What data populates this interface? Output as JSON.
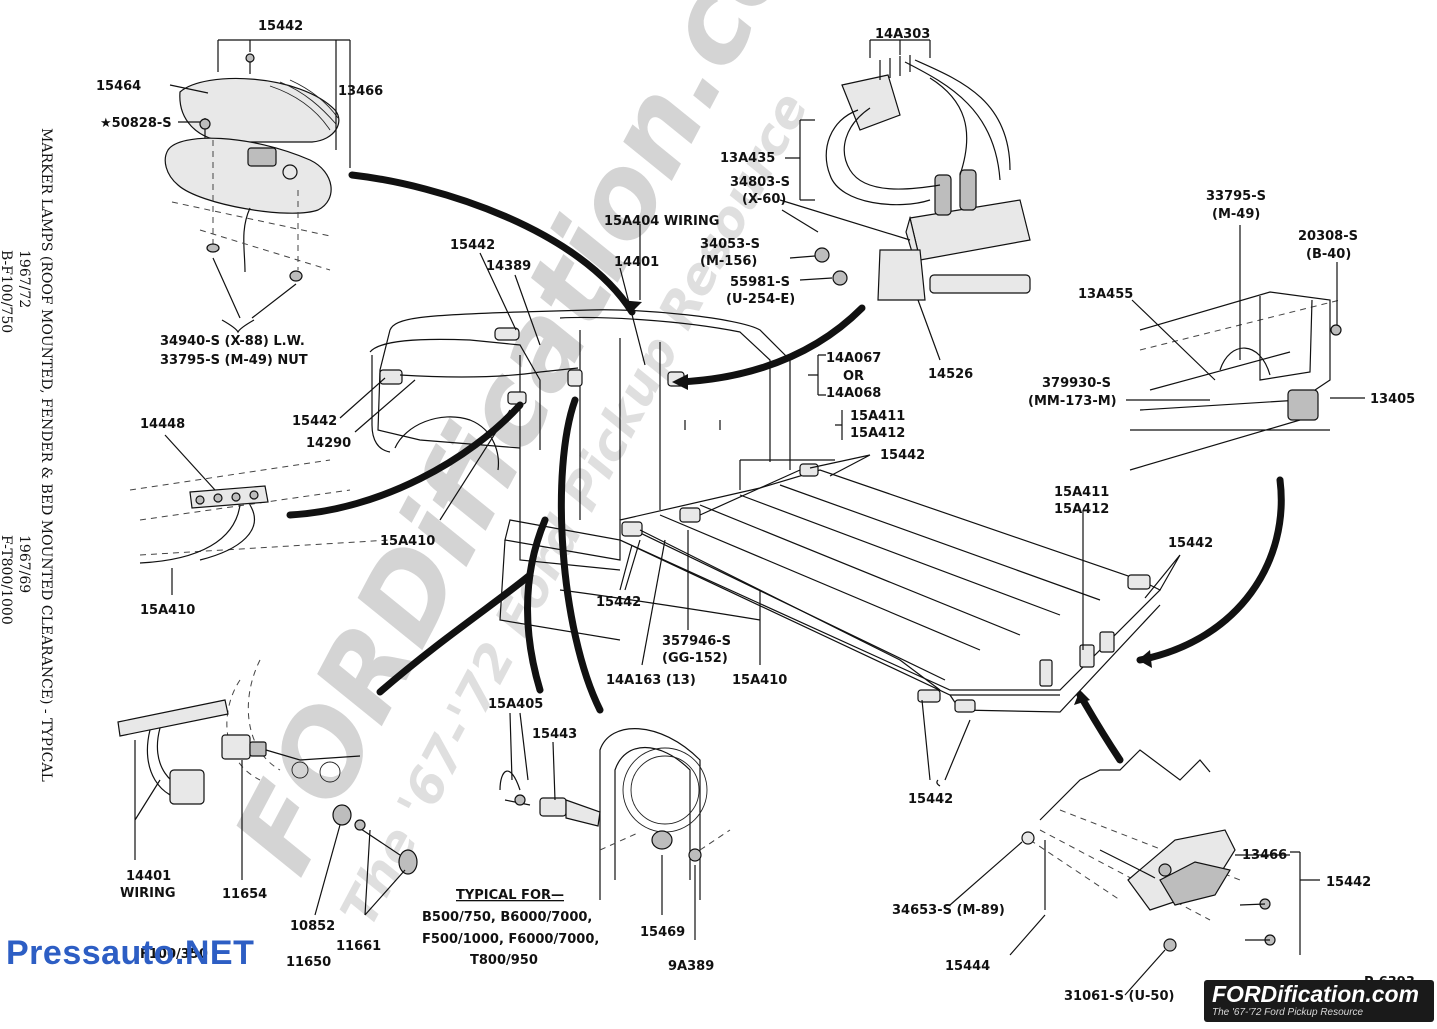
{
  "watermark": {
    "main": "FORDification.com",
    "sub": "The '67-'72 Ford Pickup Resource"
  },
  "side_title": {
    "line1": "MARKER LAMPS (ROOF MOUNTED, FENDER & BED MOUNTED CLEARANCE) - TYPICAL",
    "line2_left": "1967/72",
    "line2_right": "1967/69",
    "line3_left": "B-F100/750",
    "line3_right": "F-T800/1000"
  },
  "labels": {
    "l15442_top": "15442",
    "l15464": "15464",
    "l13466_top": "13466",
    "l50828": "★50828-S",
    "l34940": "34940-S (X-88) L.W.",
    "l33795_nut": "33795-S (M-49) NUT",
    "l14A303": "14A303",
    "l13A435": "13A435",
    "l34803_a": "34803-S",
    "l34803_b": "(X-60)",
    "l34053_a": "34053-S",
    "l34053_b": "(M-156)",
    "l55981_a": "55981-S",
    "l55981_b": "(U-254-E)",
    "l14526": "14526",
    "l15A404": "15A404 WIRING",
    "l15442_cab": "15442",
    "l14389": "14389",
    "l14401": "14401",
    "l14A067": "14A067",
    "l_or": "OR",
    "l14A068": "14A068",
    "l15A411_a": "15A411",
    "l15A412_a": "15A412",
    "l15442_fender": "15442",
    "l14290": "14290",
    "l14448": "14448",
    "l15A410_mid": "15A410",
    "l15A410_left": "15A410",
    "l15442_bed_front": "15442",
    "l15442_bed_left": "15442",
    "l357946_a": "357946-S",
    "l357946_b": "(GG-152)",
    "l14A163": "14A163 (13)",
    "l15A410_bed": "15A410",
    "l15A411_b": "15A411",
    "l15A412_b": "15A412",
    "l15442_bed_right": "15442",
    "l15442_bed_bottom": "15442",
    "l33795_m49_a": "33795-S",
    "l33795_m49_b": "(M-49)",
    "l20308_a": "20308-S",
    "l20308_b": "(B-40)",
    "l13A455": "13A455",
    "l379930_a": "379930-S",
    "l379930_b": "(MM-173-M)",
    "l13405": "13405",
    "l14401_wiring_a": "14401",
    "l14401_wiring_b": "WIRING",
    "l11654": "11654",
    "l10852": "10852",
    "l11661": "11661",
    "l11650": "11650",
    "l_fmodel": "F100/350",
    "l15A405": "15A405",
    "l15443": "15443",
    "l15469": "15469",
    "l9A389": "9A389",
    "typical_head": "TYPICAL FOR—",
    "typical_1": "B500/750, B6000/7000,",
    "typical_2": "F500/1000, F6000/7000,",
    "typical_3": "T800/950",
    "l34653": "34653-S (M-89)",
    "l15444": "15444",
    "l13466_bot": "13466",
    "l15442_br": "15442",
    "l31061": "31061-S (U-50)",
    "l_p6393": "P-6393"
  },
  "branding": {
    "site": "Pressauto.NET",
    "logo_title": "FORDification.com",
    "logo_sub": "The '67-'72 Ford Pickup Resource"
  }
}
